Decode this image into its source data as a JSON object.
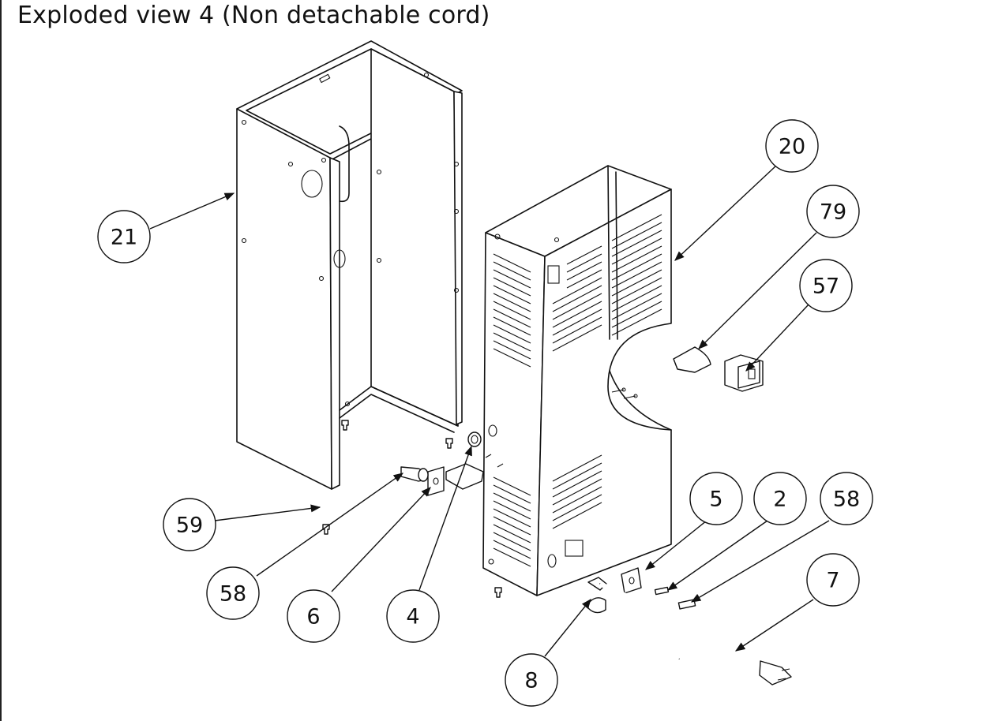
{
  "title": "Exploded view 4 (Non detachable cord)",
  "callouts": [
    {
      "label": "21"
    },
    {
      "label": "20"
    },
    {
      "label": "79"
    },
    {
      "label": "57"
    },
    {
      "label": "59"
    },
    {
      "label": "58"
    },
    {
      "label": "6"
    },
    {
      "label": "4"
    },
    {
      "label": "5"
    },
    {
      "label": "2"
    },
    {
      "label": "58"
    },
    {
      "label": "7"
    },
    {
      "label": "8"
    }
  ]
}
